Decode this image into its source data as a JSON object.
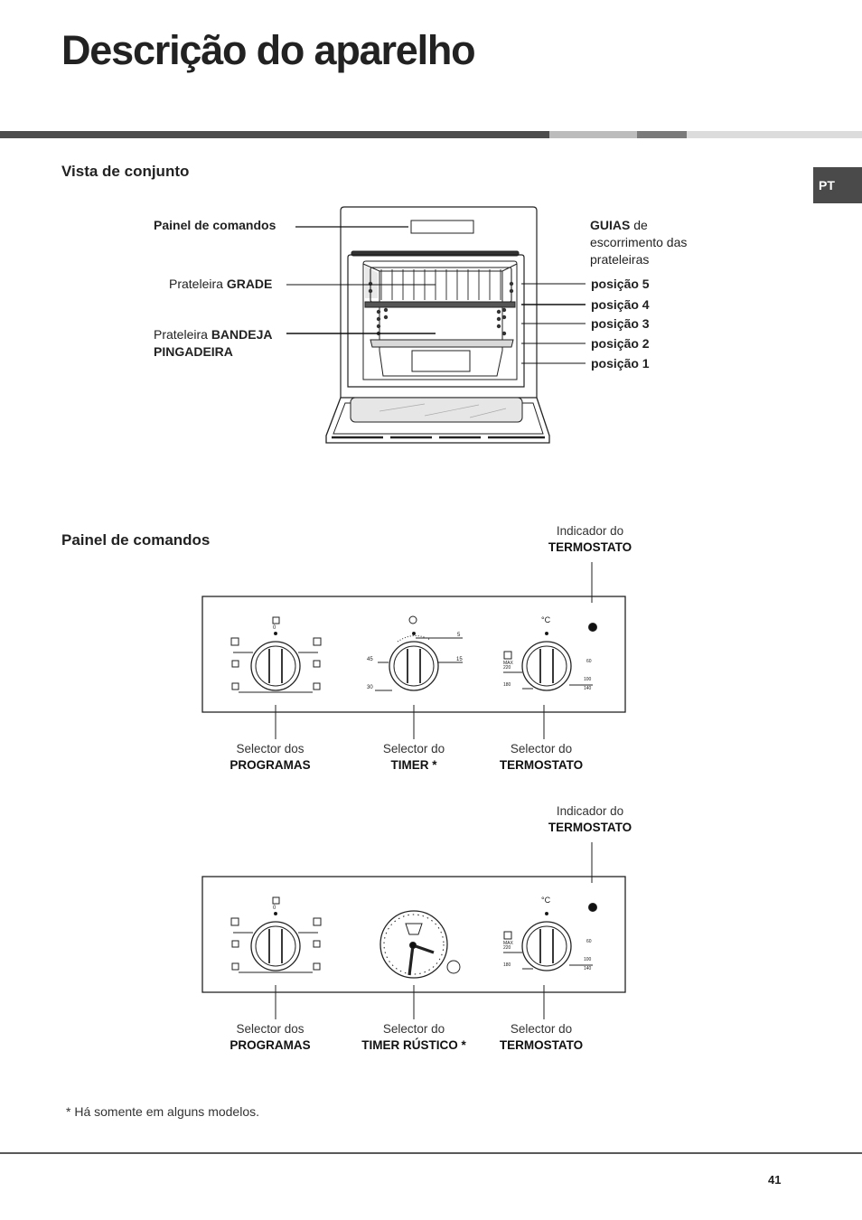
{
  "page": {
    "title": "Descrição do aparelho",
    "language_tab": "PT",
    "page_number": "41",
    "footnote": "* Há somente em alguns modelos."
  },
  "overview": {
    "heading": "Vista de conjunto",
    "labels": {
      "control_panel": "Painel de comandos",
      "rack_prefix": "Prateleira",
      "rack_bold": "GRADE",
      "tray_prefix": "Prateleira",
      "tray_bold_1": "BANDEJA",
      "tray_bold_2": "PINGADEIRA",
      "guides_bold": "GUIAS",
      "guides_rest_1": "de",
      "guides_rest_2": "escorrimento das",
      "guides_rest_3": "prateleiras",
      "positions": [
        "posição 5",
        "posição 4",
        "posição 3",
        "posição 2",
        "posição 1"
      ]
    }
  },
  "panel": {
    "heading": "Painel de comandos",
    "panel1": {
      "indicator_line1": "Indicador do",
      "indicator_line2": "TERMOSTATO",
      "sel1_line1": "Selector dos",
      "sel1_line2": "PROGRAMAS",
      "sel2_line1": "Selector do",
      "sel2_line2": "TIMER *",
      "sel3_line1": "Selector do",
      "sel3_line2": "TERMOSTATO",
      "timer_marks": [
        "5",
        "15",
        "30",
        "45"
      ]
    },
    "panel2": {
      "indicator_line1": "Indicador do",
      "indicator_line2": "TERMOSTATO",
      "sel1_line1": "Selector dos",
      "sel1_line2": "PROGRAMAS",
      "sel2_line1": "Selector do",
      "sel2_line2": "TIMER RÚSTICO *",
      "sel3_line1": "Selector do",
      "sel3_line2": "TERMOSTATO"
    },
    "dial_texts": {
      "zero": "0",
      "celsius": "°C",
      "thermo_marks": [
        "MAX",
        "220",
        "180",
        "60",
        "100",
        "140"
      ]
    }
  },
  "colors": {
    "bar_dark": "#4d4d4d",
    "bar_light": "#bcbcbc",
    "bar_mid": "#7a7a7a",
    "bar_pale": "#dcdcdc"
  }
}
